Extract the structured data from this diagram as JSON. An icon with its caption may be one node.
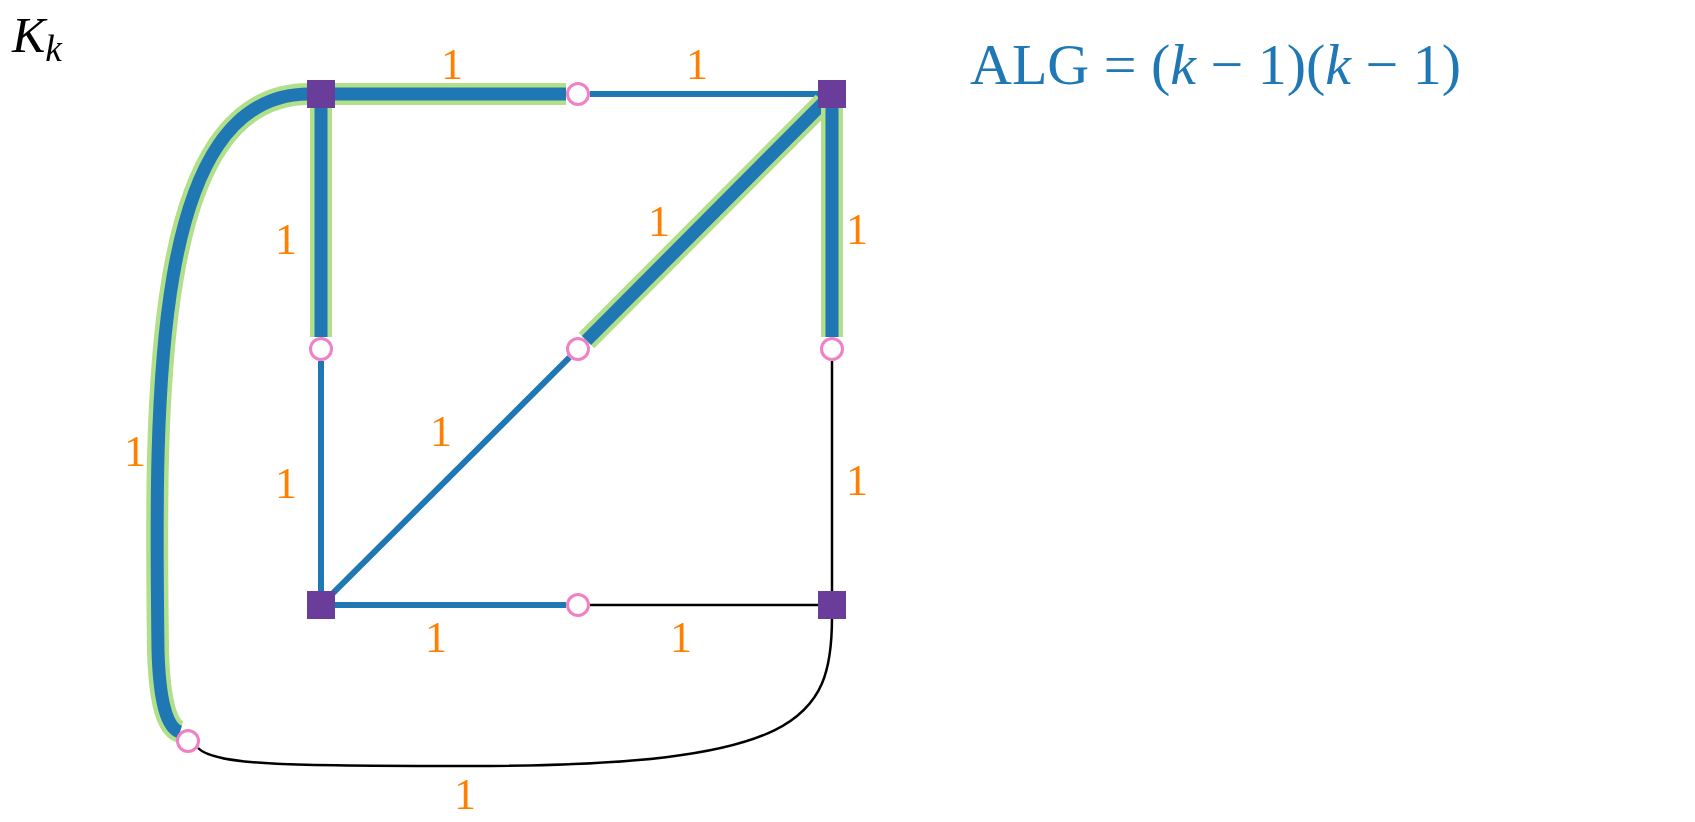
{
  "diagram": {
    "title": "K$_{k}$",
    "nodes": [
      {
        "text": [],
        "shape": "box"
      },
      {
        "text": [],
        "shape": "box"
      },
      {
        "text": [],
        "shape": "box"
      },
      {
        "text": [],
        "shape": "box"
      },
      {
        "text": [],
        "shape": "circle"
      },
      {
        "text": [],
        "shape": "circle"
      },
      {
        "text": [],
        "shape": "circle"
      },
      {
        "text": [],
        "shape": "circle"
      },
      {
        "text": [],
        "shape": "circle"
      },
      {
        "text": [],
        "shape": "circle"
      }
    ],
    "edges": [
      {
        "from": 0,
        "to": 4,
        "arrow": "none",
        "label": "1",
        "style": "thick",
        "color": "#1f78b4"
      },
      {
        "from": 4,
        "to": 1,
        "arrow": "none",
        "label": "1",
        "color": "#1f78b4"
      },
      {
        "from": 0,
        "to": 5,
        "arrow": "none",
        "label": "1",
        "style": "thick",
        "color": "#1f78b4"
      },
      {
        "from": 5,
        "to": 2,
        "arrow": "none",
        "label": "1",
        "color": "#1f78b4"
      },
      {
        "from": 1,
        "to": 6,
        "arrow": "none",
        "label": "1",
        "style": "thick",
        "color": "#1f78b4"
      },
      {
        "from": 6,
        "to": 2,
        "arrow": "none",
        "label": "1",
        "color": "#1f78b4"
      },
      {
        "from": 1,
        "to": 7,
        "arrow": "none",
        "label": "1",
        "style": "thick",
        "color": "#1f78b4"
      },
      {
        "from": 7,
        "to": 3,
        "arrow": "none",
        "label": "1",
        "color": "#000000"
      },
      {
        "from": 2,
        "to": 8,
        "arrow": "none",
        "label": "1",
        "color": "#1f78b4"
      },
      {
        "from": 8,
        "to": 3,
        "arrow": "none",
        "label": "1",
        "color": "#000000"
      },
      {
        "from": 0,
        "to": 9,
        "arrow": "none",
        "label": "1",
        "style": "thick",
        "color": "#1f78b4"
      },
      {
        "from": 9,
        "to": 3,
        "arrow": "none",
        "label": "1",
        "color": "#000000"
      }
    ],
    "labels": [
      "ALG = (*k* − 1)(*k* − 1)"
    ]
  }
}
